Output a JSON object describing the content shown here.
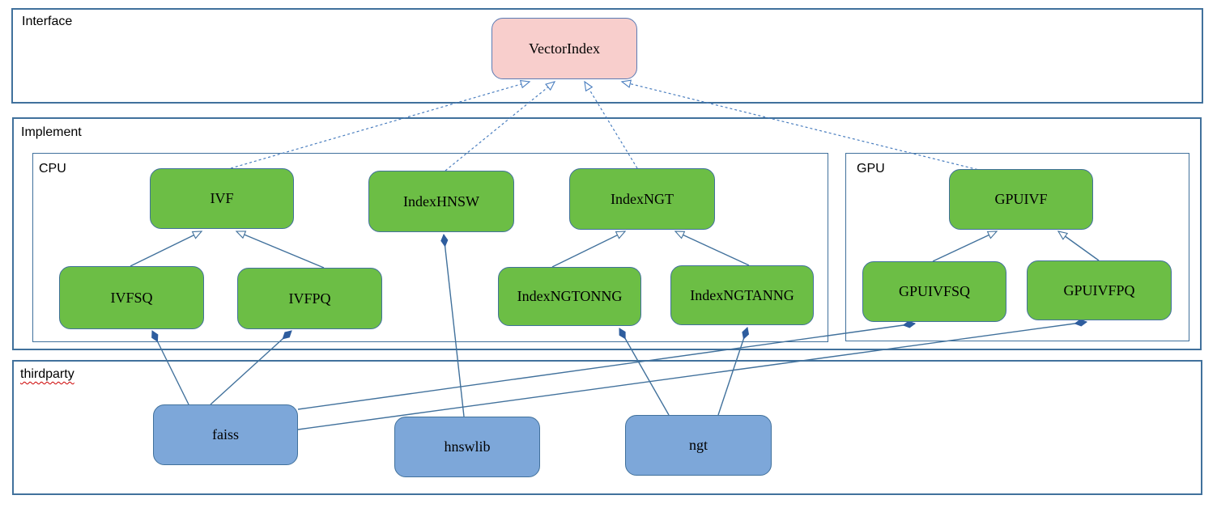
{
  "containers": {
    "interface": {
      "label": "Interface"
    },
    "implement": {
      "label": "Implement"
    },
    "cpu": {
      "label": "CPU"
    },
    "gpu": {
      "label": "GPU"
    },
    "thirdparty": {
      "label": "thirdparty"
    }
  },
  "nodes": {
    "vectorindex": {
      "label": "VectorIndex",
      "kind": "interface"
    },
    "ivf": {
      "label": "IVF",
      "kind": "cpu-implementation"
    },
    "indexhnsw": {
      "label": "IndexHNSW",
      "kind": "cpu-implementation"
    },
    "indexngt": {
      "label": "IndexNGT",
      "kind": "cpu-implementation"
    },
    "ivfsq": {
      "label": "IVFSQ",
      "kind": "cpu-implementation"
    },
    "ivfpq": {
      "label": "IVFPQ",
      "kind": "cpu-implementation"
    },
    "indexngtonng": {
      "label": "IndexNGTONNG",
      "kind": "cpu-implementation"
    },
    "indexngtanng": {
      "label": "IndexNGTANNG",
      "kind": "cpu-implementation"
    },
    "gpuivf": {
      "label": "GPUIVF",
      "kind": "gpu-implementation"
    },
    "gpuivfsq": {
      "label": "GPUIVFSQ",
      "kind": "gpu-implementation"
    },
    "gpuivfpq": {
      "label": "GPUIVFPQ",
      "kind": "gpu-implementation"
    },
    "faiss": {
      "label": "faiss",
      "kind": "thirdparty-library"
    },
    "hnswlib": {
      "label": "hnswlib",
      "kind": "thirdparty-library"
    },
    "ngt": {
      "label": "ngt",
      "kind": "thirdparty-library"
    }
  },
  "edges": [
    {
      "from": "IVF",
      "to": "VectorIndex",
      "type": "realization-dashed-hollow-arrow"
    },
    {
      "from": "IndexHNSW",
      "to": "VectorIndex",
      "type": "realization-dashed-hollow-arrow"
    },
    {
      "from": "IndexNGT",
      "to": "VectorIndex",
      "type": "realization-dashed-hollow-arrow"
    },
    {
      "from": "GPUIVF",
      "to": "VectorIndex",
      "type": "realization-dashed-hollow-arrow"
    },
    {
      "from": "IVFSQ",
      "to": "IVF",
      "type": "generalization-hollow-triangle"
    },
    {
      "from": "IVFPQ",
      "to": "IVF",
      "type": "generalization-hollow-triangle"
    },
    {
      "from": "IndexNGTONNG",
      "to": "IndexNGT",
      "type": "generalization-hollow-triangle"
    },
    {
      "from": "IndexNGTANNG",
      "to": "IndexNGT",
      "type": "generalization-hollow-triangle"
    },
    {
      "from": "GPUIVFSQ",
      "to": "GPUIVF",
      "type": "generalization-hollow-triangle"
    },
    {
      "from": "GPUIVFPQ",
      "to": "GPUIVF",
      "type": "generalization-hollow-triangle"
    },
    {
      "from": "faiss",
      "to": "IVFSQ",
      "type": "composition-filled-diamond"
    },
    {
      "from": "faiss",
      "to": "IVFPQ",
      "type": "composition-filled-diamond"
    },
    {
      "from": "faiss",
      "to": "GPUIVFSQ",
      "type": "composition-filled-diamond"
    },
    {
      "from": "faiss",
      "to": "GPUIVFPQ",
      "type": "composition-filled-diamond"
    },
    {
      "from": "hnswlib",
      "to": "IndexHNSW",
      "type": "composition-filled-diamond"
    },
    {
      "from": "ngt",
      "to": "IndexNGTONNG",
      "type": "composition-filled-diamond"
    },
    {
      "from": "ngt",
      "to": "IndexNGTANNG",
      "type": "composition-filled-diamond"
    }
  ],
  "colors": {
    "interface_node_fill": "#f8cecc",
    "implementation_node_fill": "#6cbe45",
    "thirdparty_node_fill": "#7da7d9",
    "container_border": "#41719c",
    "edge_line": "#41719c",
    "dashed_edge_line": "#4a7ebf",
    "diamond_fill": "#2e5d9e",
    "spellcheck_underline": "#cc0000"
  }
}
